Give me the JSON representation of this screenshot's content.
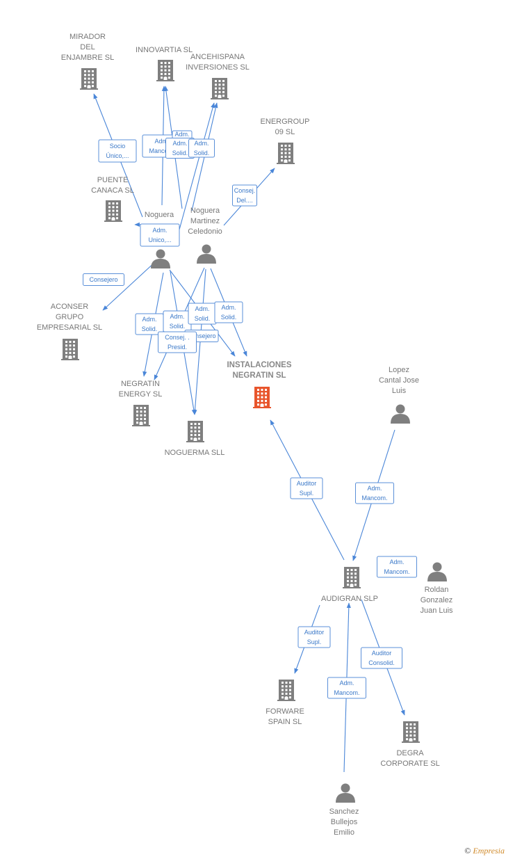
{
  "colors": {
    "edge": "#4a86d8",
    "label_border": "#5a8fd8",
    "node": "#7f7f7f",
    "main_node": "#e8552c"
  },
  "nodes": [
    {
      "id": "mirador",
      "type": "company",
      "lines": [
        "MIRADOR",
        "DEL",
        "ENJAMBRE SL"
      ]
    },
    {
      "id": "innovartia",
      "type": "company",
      "lines": [
        "INNOVARTIA SL"
      ]
    },
    {
      "id": "ancehispana",
      "type": "company",
      "lines": [
        "ANCEHISPANA",
        "INVERSIONES SL"
      ]
    },
    {
      "id": "energroup",
      "type": "company",
      "lines": [
        "ENERGROUP",
        "09 SL"
      ]
    },
    {
      "id": "puente",
      "type": "company",
      "lines": [
        "PUENTE",
        "CANACA SL"
      ]
    },
    {
      "id": "noguera1",
      "type": "person",
      "lines": [
        "Noguera"
      ]
    },
    {
      "id": "noguera2",
      "type": "person",
      "lines": [
        "Noguera",
        "Martinez",
        "Celedonio"
      ]
    },
    {
      "id": "aconser",
      "type": "company",
      "lines": [
        "ACONSER",
        "GRUPO",
        "EMPRESARIAL SL"
      ]
    },
    {
      "id": "instalaciones",
      "type": "main",
      "lines": [
        "INSTALACIONES",
        "NEGRATIN SL"
      ]
    },
    {
      "id": "negratin",
      "type": "company",
      "lines": [
        "NEGRATIN",
        "ENERGY SL"
      ]
    },
    {
      "id": "noguerma",
      "type": "company",
      "lines": [
        "NOGUERMA SLL"
      ]
    },
    {
      "id": "lopez",
      "type": "person",
      "lines": [
        "Lopez",
        "Cantal Jose",
        "Luis"
      ]
    },
    {
      "id": "audigran",
      "type": "company",
      "lines": [
        "AUDIGRAN SLP"
      ]
    },
    {
      "id": "roldan",
      "type": "person",
      "lines": [
        "Roldan",
        "Gonzalez",
        "Juan Luis"
      ]
    },
    {
      "id": "forware",
      "type": "company",
      "lines": [
        "FORWARE",
        "SPAIN SL"
      ]
    },
    {
      "id": "degra",
      "type": "company",
      "lines": [
        "DEGRA",
        "CORPORATE SL"
      ]
    },
    {
      "id": "sanchez",
      "type": "person",
      "lines": [
        "Sanchez",
        "Bullejos",
        "Emilio"
      ]
    }
  ],
  "edge_labels": [
    {
      "lines": [
        "Socio",
        "Único,..."
      ]
    },
    {
      "lines": [
        "Adm.",
        "Mancom."
      ]
    },
    {
      "lines": [
        "Adm.",
        "Mancom."
      ]
    },
    {
      "lines": [
        "Adm.",
        "Solid."
      ]
    },
    {
      "lines": [
        "Adm.",
        "Solid."
      ]
    },
    {
      "lines": [
        "Consej.",
        "Del...."
      ]
    },
    {
      "lines": [
        "Adm.",
        "Unico,..."
      ]
    },
    {
      "lines": [
        "Consejero"
      ]
    },
    {
      "lines": [
        "Adm.",
        "Solid."
      ]
    },
    {
      "lines": [
        "Adm.",
        "Solid."
      ]
    },
    {
      "lines": [
        "Adm.",
        "Solid."
      ]
    },
    {
      "lines": [
        "Adm.",
        "Solid."
      ]
    },
    {
      "lines": [
        "Consejero"
      ]
    },
    {
      "lines": [
        "Consej. .",
        "Presid."
      ]
    },
    {
      "lines": [
        "Auditor",
        "Supl."
      ]
    },
    {
      "lines": [
        "Adm.",
        "Mancom."
      ]
    },
    {
      "lines": [
        "Adm.",
        "Mancom."
      ]
    },
    {
      "lines": [
        "Auditor",
        "Supl."
      ]
    },
    {
      "lines": [
        "Auditor",
        "Consolid."
      ]
    },
    {
      "lines": [
        "Adm.",
        "Mancom."
      ]
    }
  ],
  "footer": {
    "copyright": "©",
    "brand_initial": "E",
    "brand_rest": "mpresia"
  }
}
